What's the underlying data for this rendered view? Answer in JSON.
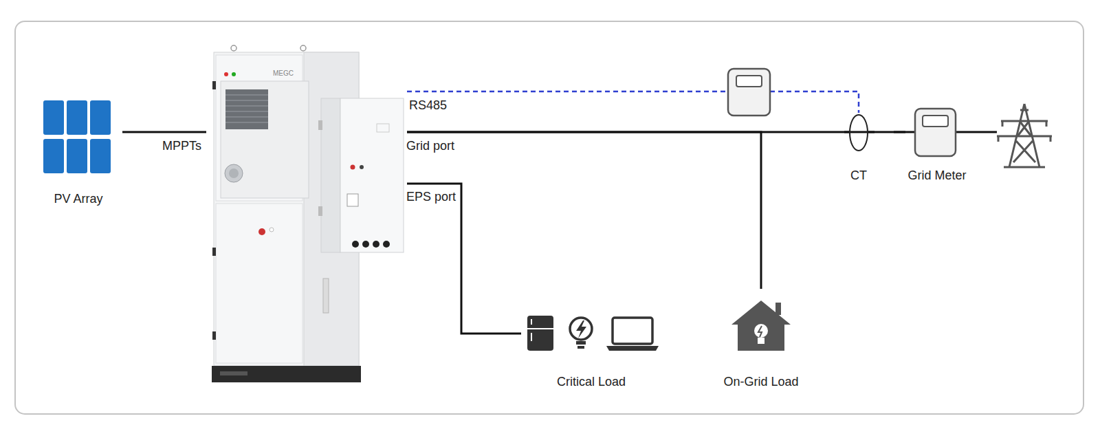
{
  "diagram": {
    "nodes": [
      {
        "text": [
          "PV Array"
        ]
      },
      {
        "text": [
          "MEGC"
        ]
      },
      {
        "text": [
          "Critical Load"
        ]
      },
      {
        "text": [
          "On-Grid Load"
        ]
      },
      {
        "text": [
          "CT"
        ]
      },
      {
        "text": [
          "Grid Meter"
        ]
      }
    ],
    "edges": [
      {
        "from": 0,
        "to": 1,
        "arrow": "none",
        "label": "MPPTs"
      },
      {
        "from": 1,
        "to": 4,
        "arrow": "none",
        "label": "RS485"
      },
      {
        "from": 1,
        "to": 4,
        "arrow": "none",
        "label": "Grid port"
      },
      {
        "from": 1,
        "to": 3,
        "arrow": "none"
      },
      {
        "from": 1,
        "to": 2,
        "arrow": "none",
        "label": "EPS port"
      },
      {
        "from": 4,
        "to": 5,
        "arrow": "none"
      }
    ]
  }
}
